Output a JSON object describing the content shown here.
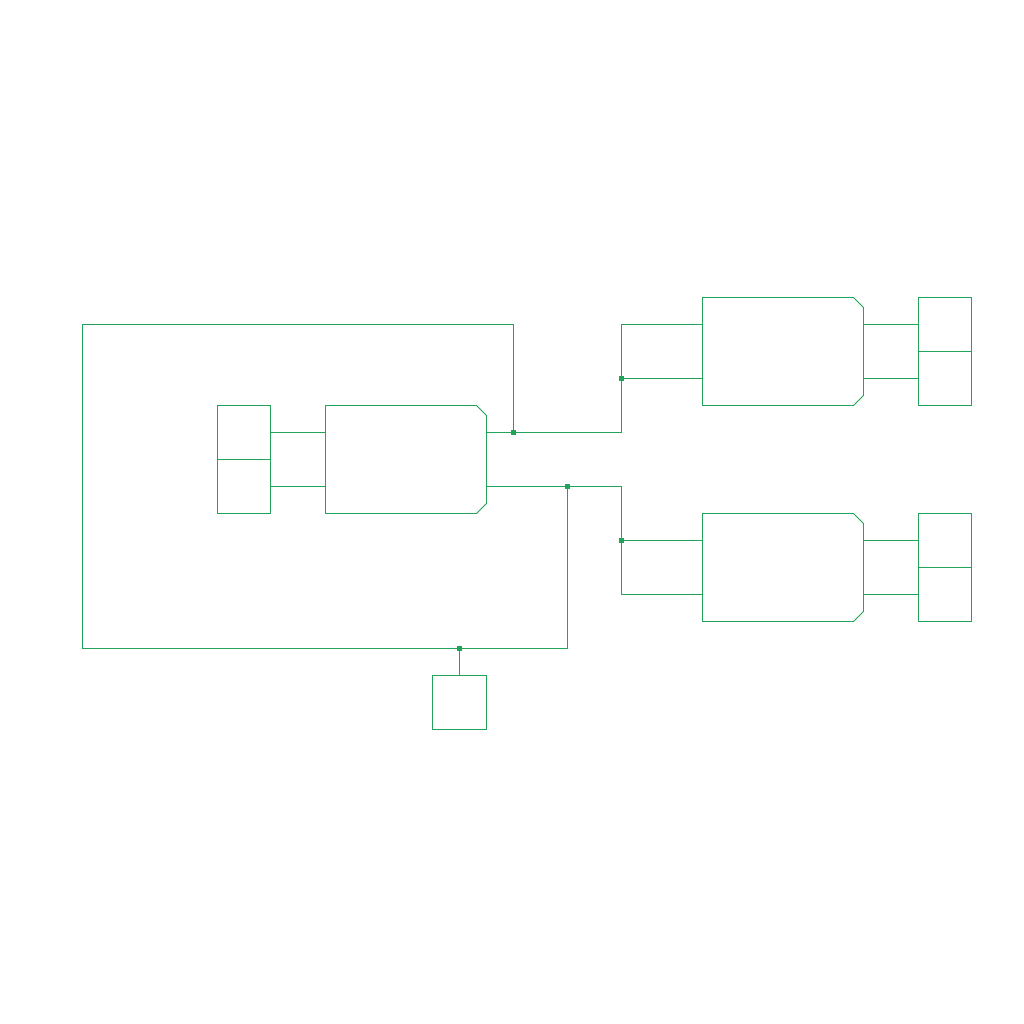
{
  "diagram": {
    "type": "block-wiring-diagram",
    "stroke_color": "#21a35a",
    "background_color": "#ffffff",
    "blocks": [
      {
        "id": "main-block",
        "kind": "chamfered-block"
      },
      {
        "id": "upper-right-block",
        "kind": "chamfered-block"
      },
      {
        "id": "lower-right-block",
        "kind": "chamfered-block"
      },
      {
        "id": "main-input-stack",
        "kind": "two-cell-stack"
      },
      {
        "id": "upper-right-output-stack",
        "kind": "two-cell-stack"
      },
      {
        "id": "lower-right-output-stack",
        "kind": "two-cell-stack"
      },
      {
        "id": "bottom-terminal",
        "kind": "single-cell"
      }
    ],
    "junction_count": 5,
    "text_labels": []
  }
}
